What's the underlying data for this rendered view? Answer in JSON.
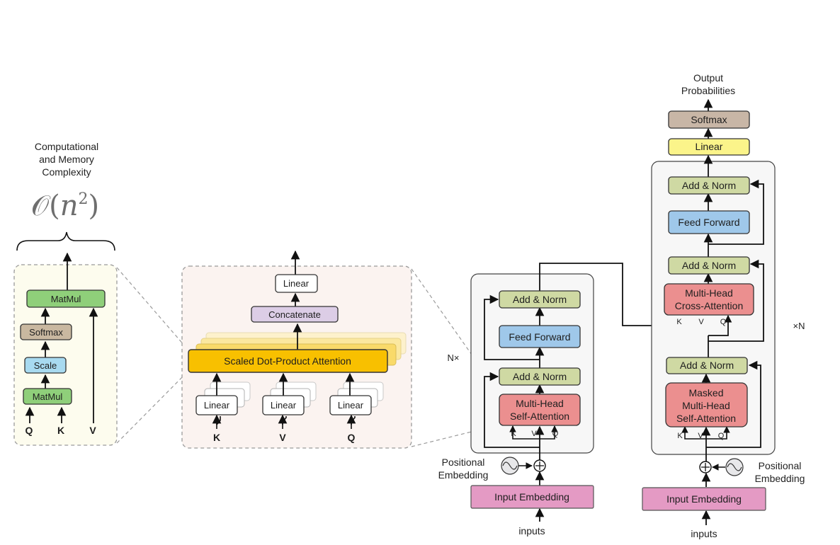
{
  "complexity": {
    "caption_line1": "Computational",
    "caption_line2": "and Memory",
    "caption_line3": "Complexity",
    "formula_open": "𝒪(",
    "formula_var": "n",
    "formula_exp": "2",
    "formula_close": ")"
  },
  "sdpa_panel": {
    "matmul_top": "MatMul",
    "softmax": "Softmax",
    "scale": "Scale",
    "matmul_bottom": "MatMul",
    "input_q": "Q",
    "input_k": "K",
    "input_v": "V"
  },
  "mha_panel": {
    "linear_out": "Linear",
    "concatenate": "Concatenate",
    "attention": "Scaled Dot-Product Attention",
    "linear_k": "Linear",
    "linear_v": "Linear",
    "linear_q": "Linear",
    "input_k": "K",
    "input_v": "V",
    "input_q": "Q"
  },
  "encoder": {
    "repeat_label": "N×",
    "add_norm_top": "Add & Norm",
    "feed_forward": "Feed Forward",
    "add_norm_bottom": "Add & Norm",
    "attention_line1": "Multi-Head",
    "attention_line2": "Self-Attention",
    "k": "K",
    "v": "V",
    "q": "Q",
    "pos_line1": "Positional",
    "pos_line2": "Embedding",
    "input_embedding": "Input Embedding",
    "inputs": "inputs"
  },
  "decoder": {
    "output_line1": "Output",
    "output_line2": "Probabilities",
    "softmax": "Softmax",
    "linear": "Linear",
    "add_norm_top": "Add & Norm",
    "feed_forward": "Feed Forward",
    "add_norm_mid": "Add & Norm",
    "cross_line1": "Multi-Head",
    "cross_line2": "Cross-Attention",
    "cross_k": "K",
    "cross_v": "V",
    "cross_q": "Q",
    "repeat_label": "×N",
    "add_norm_bottom": "Add & Norm",
    "masked_line1": "Masked",
    "masked_line2": "Multi-Head",
    "masked_line3": "Self-Attention",
    "k": "K",
    "v": "V",
    "q": "Q",
    "pos_line1": "Positional",
    "pos_line2": "Embedding",
    "input_embedding": "Input Embedding",
    "inputs": "inputs"
  },
  "colors": {
    "matmul_green": "#8fcf7a",
    "softmax_tan": "#c9b8a0",
    "scale_blue": "#a8daf0",
    "attention_gold": "#f8c000",
    "concat_lilac": "#dccde6",
    "add_norm_olive": "#cfd9a3",
    "feed_forward_blue": "#9fc8ea",
    "attention_red": "#eb8f8f",
    "embedding_pink": "#e49ac4",
    "linear_yellow": "#fbf48a",
    "decoder_softmax_tan": "#c8b6a6"
  },
  "icons": [
    "sinusoid-icon",
    "add-circle-icon"
  ]
}
